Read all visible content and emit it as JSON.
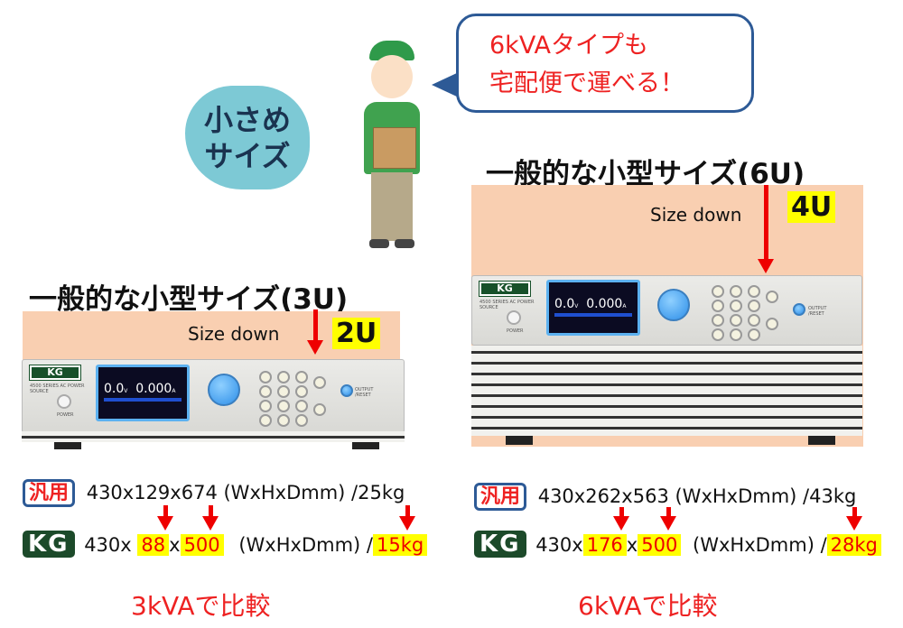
{
  "bubble": {
    "line1": "6kVAタイプも",
    "line2": "宅配便で運べる！"
  },
  "cloud": {
    "line1": "小さめ",
    "line2": "サイズ"
  },
  "left": {
    "title": "一般的な小型サイズ(3U)",
    "size_down": "Size down",
    "size_badge": "2U",
    "device": {
      "logo": "KG",
      "series": "4500 SERIES AC POWER SOURCE",
      "voltage": "0.0",
      "voltage_unit": "V",
      "current": "0.000",
      "current_unit": "A",
      "power_label": "POWER",
      "output_label": "OUTPUT /RESET"
    },
    "generic_label": "汎用",
    "generic_spec": "430x129x674 (WxHxDmm) /25kg",
    "kg_label": "KG",
    "kg_prefix": "430x",
    "kg_h": "88",
    "kg_x": "x",
    "kg_d": "500",
    "kg_mid": "(WxHxDmm) /",
    "kg_weight": "15kg",
    "compare": "3kVAで比較"
  },
  "right": {
    "title": "一般的な小型サイズ(6U)",
    "size_down": "Size down",
    "size_badge": "4U",
    "device": {
      "logo": "KG",
      "series": "4500 SERIES AC POWER SOURCE",
      "voltage": "0.0",
      "voltage_unit": "V",
      "current": "0.000",
      "current_unit": "A",
      "power_label": "POWER",
      "output_label": "OUTPUT /RESET"
    },
    "generic_label": "汎用",
    "generic_spec": "430x262x563 (WxHxDmm) /43kg",
    "kg_label": "KG",
    "kg_prefix": "430x",
    "kg_h": "176",
    "kg_x": "x",
    "kg_d": "500",
    "kg_mid": "(WxHxDmm) /",
    "kg_weight": "28kg",
    "compare": "6kVAで比較"
  },
  "colors": {
    "accent_red": "#e00000",
    "highlight": "#ffff00",
    "band": "#f9cfb1",
    "kg_green": "#17502a",
    "bubble_border": "#2d5a96",
    "cloud": "#7dc9d5"
  }
}
